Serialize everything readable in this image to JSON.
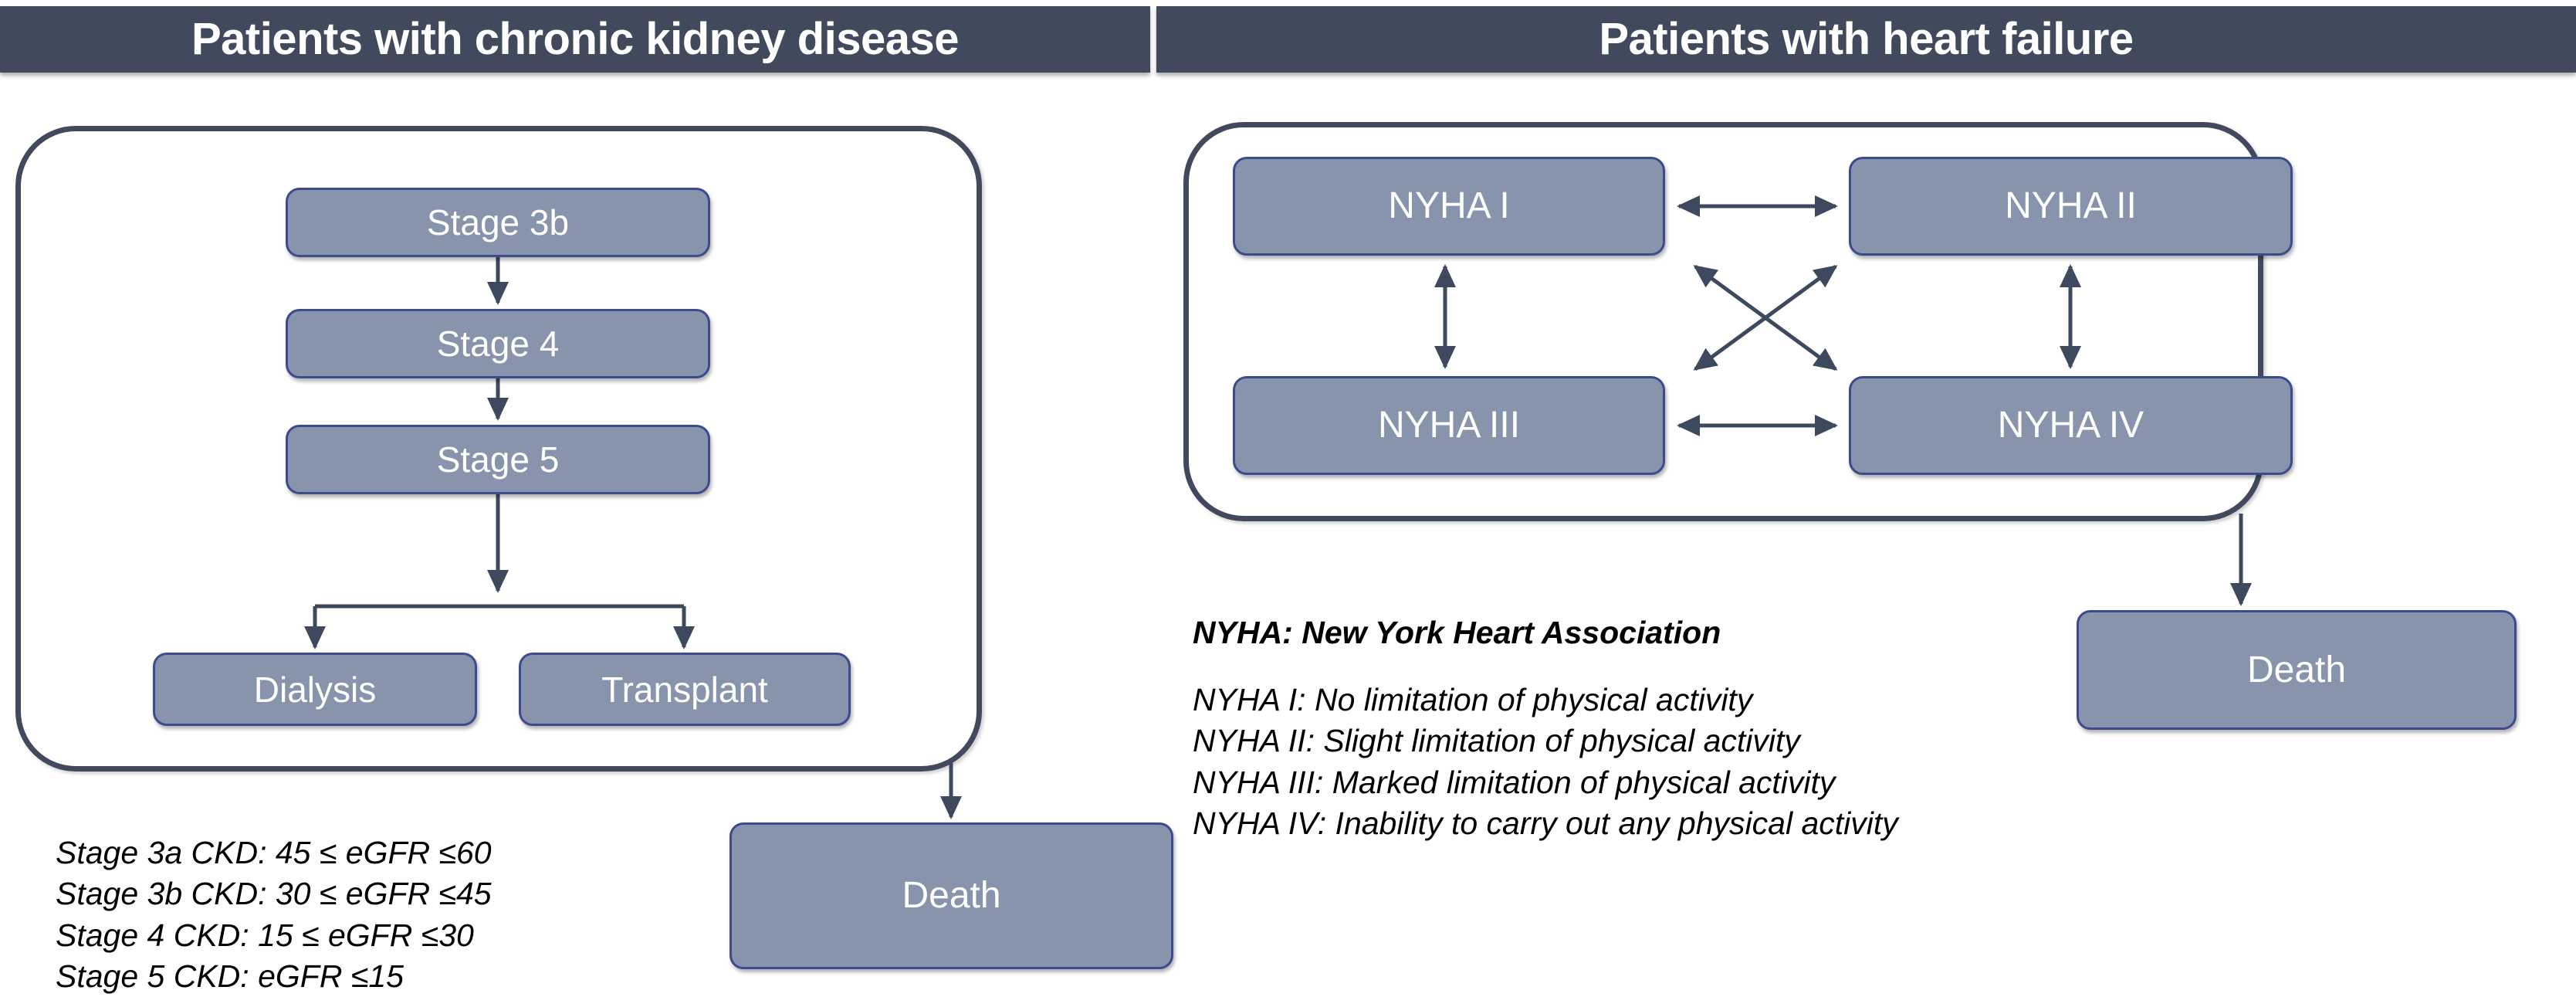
{
  "panels": {
    "ckd": {
      "header": "Patients with chronic kidney disease",
      "nodes": {
        "stage3b": "Stage 3b",
        "stage4": "Stage 4",
        "stage5": "Stage 5",
        "dialysis": "Dialysis",
        "transplant": "Transplant",
        "death": "Death"
      },
      "legend": [
        "Stage 3a CKD: 45 ≤  eGFR ≤60",
        "Stage 3b CKD: 30 ≤  eGFR ≤45",
        "Stage 4 CKD: 15 ≤  eGFR ≤30",
        "Stage 5 CKD: eGFR ≤15"
      ]
    },
    "hf": {
      "header": "Patients with heart failure",
      "nodes": {
        "nyha1": "NYHA I",
        "nyha2": "NYHA II",
        "nyha3": "NYHA III",
        "nyha4": "NYHA IV",
        "death": "Death"
      },
      "legend_title": "NYHA: New York Heart Association",
      "legend": [
        "NYHA I: No limitation of physical activity",
        "NYHA II: Slight limitation of physical activity",
        "NYHA III: Marked limitation of physical activity",
        "NYHA IV: Inability to carry out any physical activity"
      ]
    }
  },
  "colors": {
    "header_bar": "#414A5C",
    "node_fill": "#8894AC",
    "node_border": "#3C4A8E",
    "container_border": "#414A5C",
    "arrow": "#3D4A5E",
    "node_text": "#FFFFFF",
    "legend_text": "#000000"
  }
}
